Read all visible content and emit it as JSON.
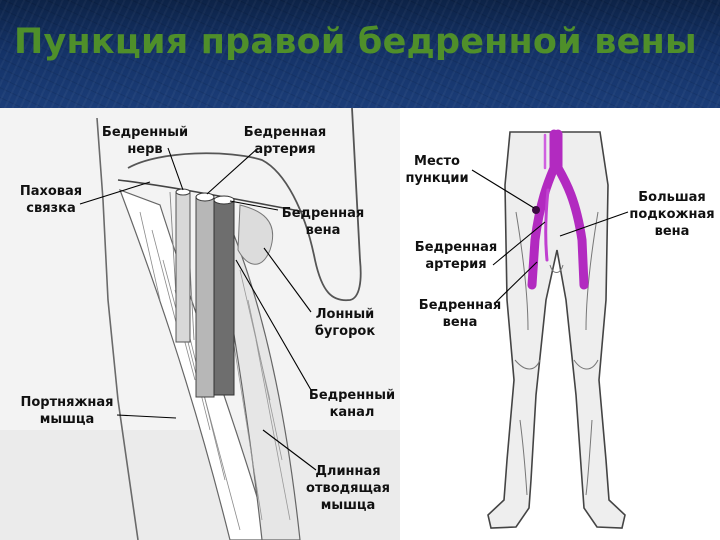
{
  "title": "Пункция правой бедренной вены",
  "left_labels": {
    "nerve": [
      "Бедренный",
      "нерв"
    ],
    "artery": [
      "Бедренная",
      "артерия"
    ],
    "ligament": [
      "Паховая",
      "связка"
    ],
    "vein": [
      "Бедренная",
      "вена"
    ],
    "tubercle": [
      "Лонный",
      "бугорок"
    ],
    "canal": [
      "Бедренный",
      "канал"
    ],
    "sartorius": [
      "Портняжная",
      "мышца"
    ],
    "adductor": [
      "Длинная",
      "отводящая",
      "мышца"
    ]
  },
  "right_labels": {
    "puncture": [
      "Место",
      "пункции"
    ],
    "saphenous": [
      "Большая",
      "подкожная",
      "вена"
    ],
    "artery": [
      "Бедренная",
      "артерия"
    ],
    "vein": [
      "Бедренная",
      "вена"
    ]
  },
  "colors": {
    "title": "#4f8f2a",
    "vessel": "#c030c8",
    "header": "#143266"
  }
}
